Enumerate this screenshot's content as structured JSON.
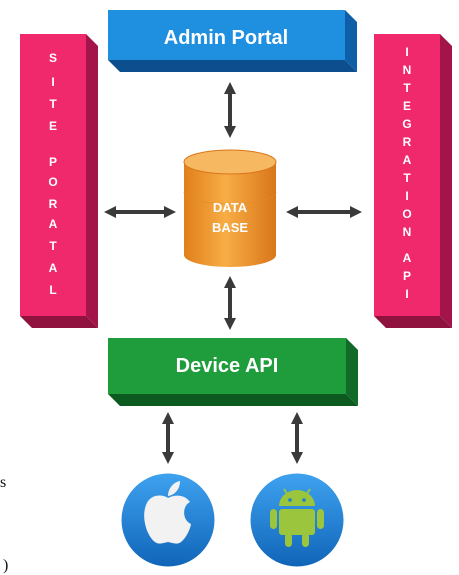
{
  "diagram": {
    "admin_portal": {
      "label": "Admin Portal",
      "color": "#1f8fe0"
    },
    "site_portal": {
      "label": "SITE PORATAL",
      "color": "#f0286c"
    },
    "integration_api": {
      "label": "INTEGRATION API",
      "color": "#f0286c"
    },
    "database": {
      "line1": "DATA",
      "line2": "BASE",
      "color": "#f39a2c"
    },
    "device_api": {
      "label": "Device API",
      "color": "#1f9d3c"
    },
    "platforms": [
      {
        "name": "apple-icon",
        "color": "#1a7fd4"
      },
      {
        "name": "android-icon",
        "color": "#1a7fd4"
      }
    ],
    "arrow_color": "#3a3a3a"
  },
  "fragments": {
    "left_char": "s",
    "bottom_char": ")"
  }
}
